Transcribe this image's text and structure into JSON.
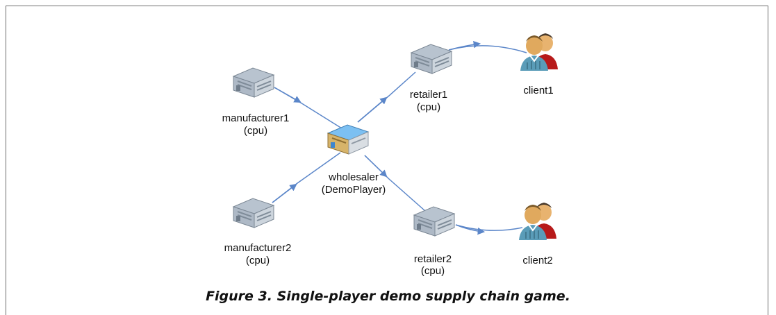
{
  "figure": {
    "caption": "Figure 3. Single-player demo supply chain game."
  },
  "nodes": {
    "manufacturer1": {
      "name": "manufacturer1",
      "role": "(cpu)",
      "icon": "warehouse-icon"
    },
    "manufacturer2": {
      "name": "manufacturer2",
      "role": "(cpu)",
      "icon": "warehouse-icon"
    },
    "wholesaler": {
      "name": "wholesaler",
      "role": "(DemoPlayer)",
      "icon": "warehouse-icon"
    },
    "retailer1": {
      "name": "retailer1",
      "role": "(cpu)",
      "icon": "warehouse-icon"
    },
    "retailer2": {
      "name": "retailer2",
      "role": "(cpu)",
      "icon": "warehouse-icon"
    },
    "client1": {
      "name": "client1",
      "icon": "users-icon"
    },
    "client2": {
      "name": "client2",
      "icon": "users-icon"
    }
  },
  "edges": [
    {
      "from": "manufacturer1",
      "to": "wholesaler"
    },
    {
      "from": "manufacturer2",
      "to": "wholesaler"
    },
    {
      "from": "wholesaler",
      "to": "retailer1"
    },
    {
      "from": "wholesaler",
      "to": "retailer2"
    },
    {
      "from": "retailer1",
      "to": "client1"
    },
    {
      "from": "retailer2",
      "to": "client2"
    }
  ],
  "colors": {
    "edge": "#5b86c9",
    "building_roof": "#a9b6c4",
    "building_wall": "#c9d2da",
    "player_building": "#5da7e6",
    "client_skin": "#e0a95e",
    "client_shirt": "#5a9cb8",
    "client_back": "#b71a1a"
  }
}
